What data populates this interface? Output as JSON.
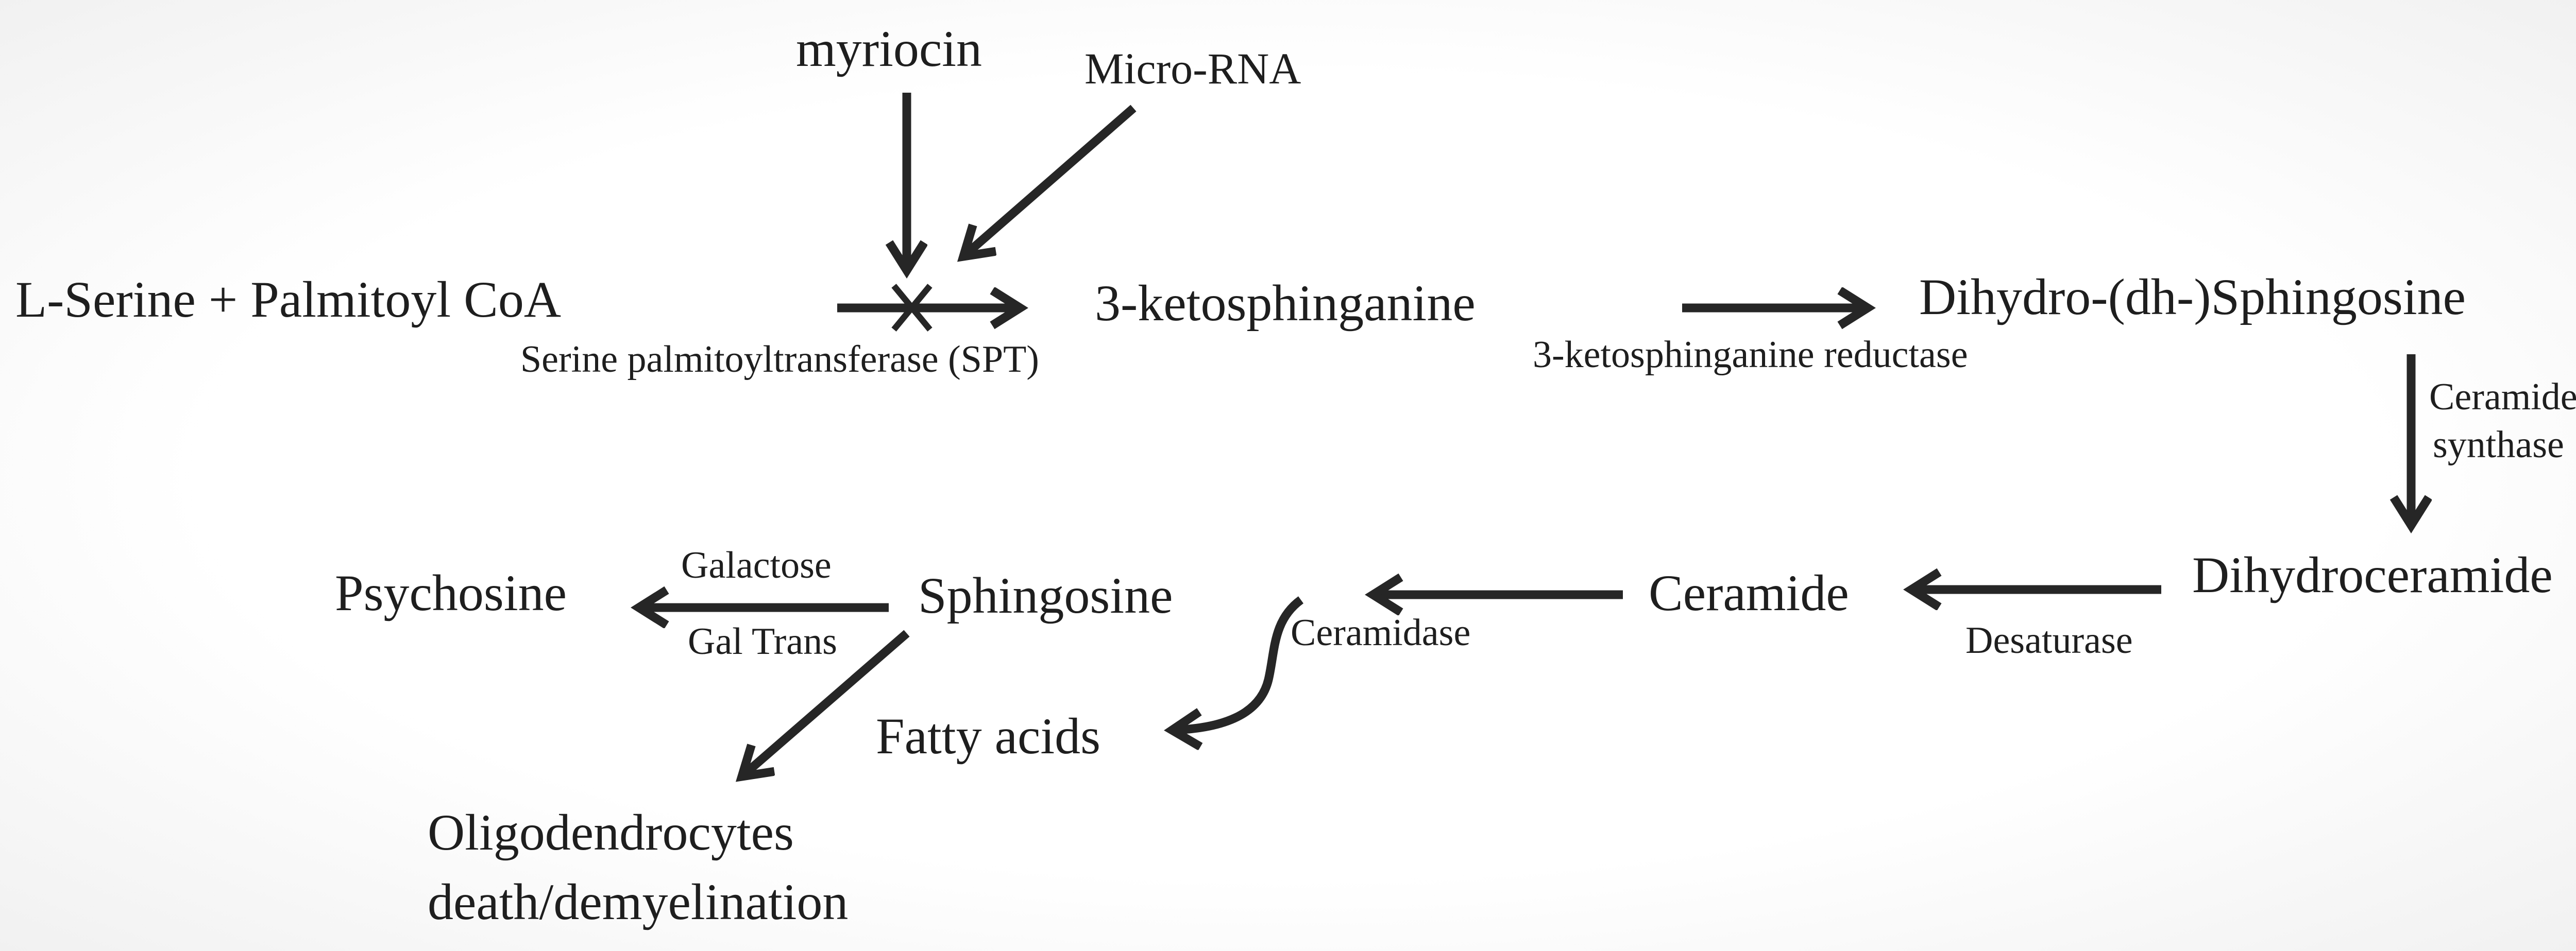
{
  "nodes": {
    "serine_palmitoyl": "L-Serine + Palmitoyl CoA",
    "myriocin": "myriocin",
    "micro_rna": "Micro-RNA",
    "ketosphinganine": "3-ketosphinganine",
    "dh_sphingosine": "Dihydro-(dh-)Sphingosine",
    "dihydroceramide": "Dihydroceramide",
    "ceramide": "Ceramide",
    "sphingosine": "Sphingosine",
    "psychosine": "Psychosine",
    "fatty_acids": "Fatty acids",
    "oligo_line1": "Oligodendrocytes",
    "oligo_line2": "death/demyelination"
  },
  "enzymes": {
    "spt": "Serine palmitoyltransferase (SPT)",
    "kr": "3-ketosphinganine reductase",
    "cs_line1": "Ceramide",
    "cs_line2": "synthase",
    "desaturase": "Desaturase",
    "ceramidase": "Ceramidase",
    "galactose": "Galactose",
    "gal_trans": "Gal Trans"
  },
  "colors": {
    "arrow": "#262626",
    "text": "#1e1e1e"
  }
}
